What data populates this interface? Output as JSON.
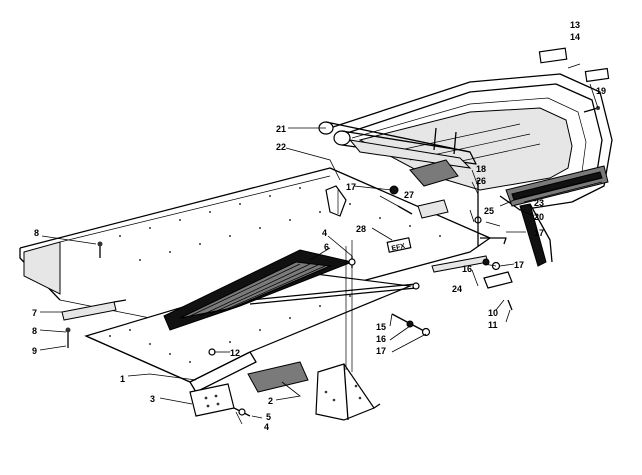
{
  "diagram": {
    "callouts": [
      {
        "id": "c1",
        "label": "1"
      },
      {
        "id": "c2",
        "label": "2"
      },
      {
        "id": "c3",
        "label": "3"
      },
      {
        "id": "c4a",
        "label": "4"
      },
      {
        "id": "c4b",
        "label": "4"
      },
      {
        "id": "c5",
        "label": "5"
      },
      {
        "id": "c6",
        "label": "6"
      },
      {
        "id": "c7",
        "label": "7"
      },
      {
        "id": "c8a",
        "label": "8"
      },
      {
        "id": "c8b",
        "label": "8"
      },
      {
        "id": "c9",
        "label": "9"
      },
      {
        "id": "c10",
        "label": "10"
      },
      {
        "id": "c11",
        "label": "11"
      },
      {
        "id": "c12",
        "label": "12"
      },
      {
        "id": "c13",
        "label": "13"
      },
      {
        "id": "c14",
        "label": "14"
      },
      {
        "id": "c15",
        "label": "15"
      },
      {
        "id": "c16a",
        "label": "16"
      },
      {
        "id": "c16b",
        "label": "16"
      },
      {
        "id": "c17a",
        "label": "17"
      },
      {
        "id": "c17b",
        "label": "17"
      },
      {
        "id": "c17c",
        "label": "17"
      },
      {
        "id": "c17d",
        "label": "17"
      },
      {
        "id": "c18",
        "label": "18"
      },
      {
        "id": "c19",
        "label": "19"
      },
      {
        "id": "c20",
        "label": "20"
      },
      {
        "id": "c21",
        "label": "21"
      },
      {
        "id": "c22",
        "label": "22"
      },
      {
        "id": "c23",
        "label": "23"
      },
      {
        "id": "c24",
        "label": "24"
      },
      {
        "id": "c25",
        "label": "25"
      },
      {
        "id": "c26",
        "label": "26"
      },
      {
        "id": "c27",
        "label": "27"
      },
      {
        "id": "c28",
        "label": "28"
      }
    ]
  }
}
